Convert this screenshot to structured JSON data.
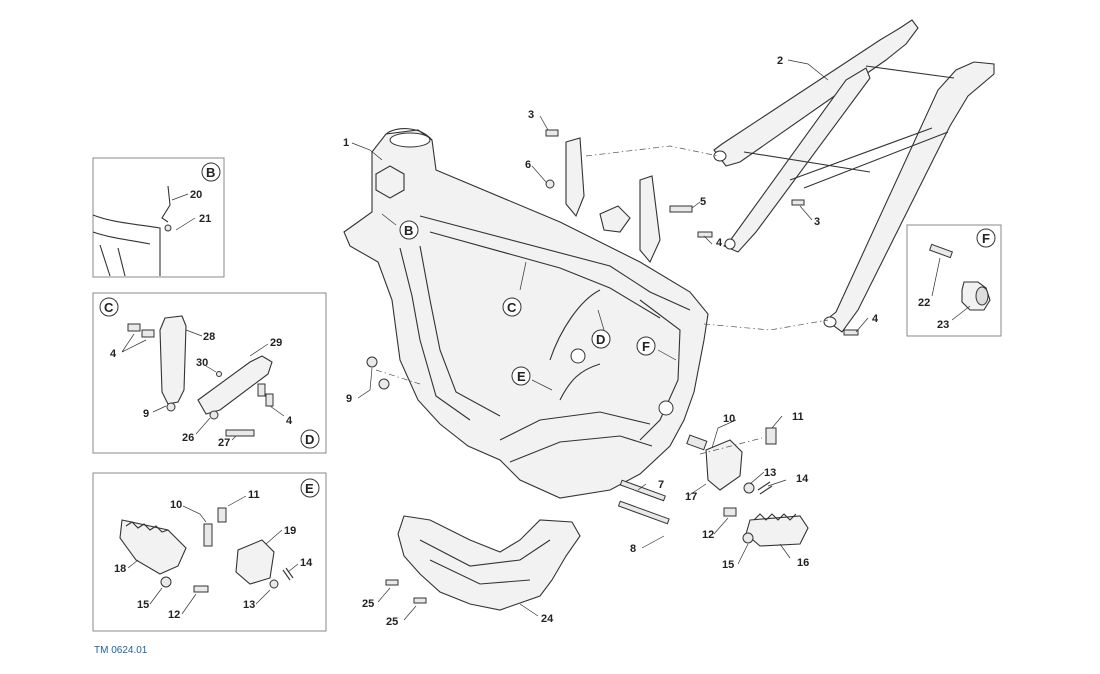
{
  "ref_code": "TM 0624.01",
  "colors": {
    "line": "#333333",
    "panel_border": "#888888",
    "ref_code": "#1f5fa8",
    "part_fill": "#f2f2f2"
  },
  "view_letters": {
    "B": "B",
    "C": "C",
    "D": "D",
    "E": "E",
    "F": "F"
  },
  "main_labels": {
    "n1": "1",
    "n2": "2",
    "n3a": "3",
    "n3b": "3",
    "n4a": "4",
    "n4b": "4",
    "n5": "5",
    "n6": "6",
    "n7": "7",
    "n8": "8",
    "n9": "9",
    "n10": "10",
    "n11": "11",
    "n12": "12",
    "n13": "13",
    "n14": "14",
    "n15": "15",
    "n16": "16",
    "n17": "17",
    "n24": "24",
    "n25a": "25",
    "n25b": "25"
  },
  "panel_B": {
    "n20": "20",
    "n21": "21"
  },
  "panel_C": {
    "n4": "4",
    "n28": "28",
    "n29": "29",
    "n30": "30",
    "n9": "9",
    "n26": "26",
    "n27": "27",
    "n4b": "4"
  },
  "panel_E": {
    "n10": "10",
    "n11": "11",
    "n19": "19",
    "n14": "14",
    "n18": "18",
    "n15": "15",
    "n12": "12",
    "n13": "13"
  },
  "panel_F": {
    "n22": "22",
    "n23": "23"
  }
}
